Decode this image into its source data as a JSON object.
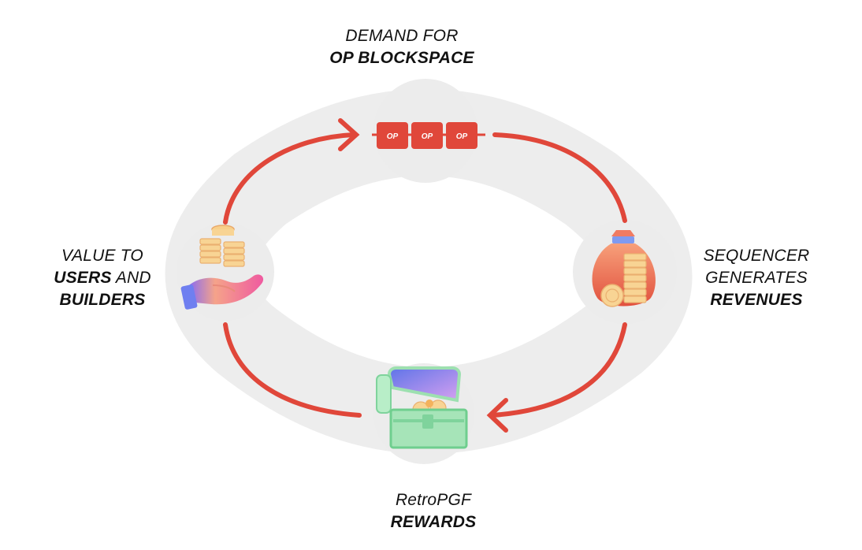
{
  "labels": {
    "top_line1": "DEMAND FOR",
    "top_line2": "OP BLOCKSPACE",
    "left_line1": "VALUE TO",
    "left_line2_bold": "USERS",
    "left_line2_rest": " AND",
    "left_line3": "BUILDERS",
    "right_line1": "SEQUENCER",
    "right_line2": "GENERATES",
    "right_line3": "REVENUES",
    "bottom_line1": "RetroPGF",
    "bottom_line2": "REWARDS"
  },
  "op_blocks": [
    "OP",
    "OP",
    "OP"
  ],
  "icons": {
    "top": "op-blockchain-icon",
    "right": "money-bag-coins-icon",
    "bottom": "treasure-chest-icon",
    "left": "hand-holding-coins-icon"
  },
  "colors": {
    "arrow": "#e0473a",
    "track": "#ededed",
    "op_block": "#e0473a",
    "text": "#111111"
  }
}
